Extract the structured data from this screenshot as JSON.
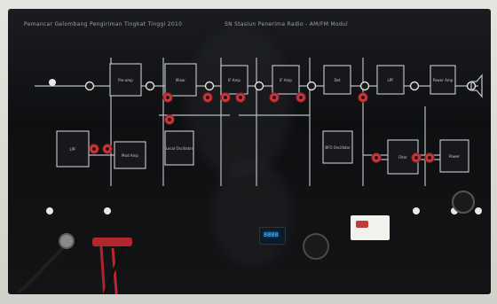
{
  "colors": {
    "panel": "#121315",
    "block_stroke": "#c9cbce",
    "line": "#b9bcc0",
    "jack_red": "#c8383c",
    "jack_ring": "#e0e0e0",
    "display_blue": "#4fb3ff",
    "wall": "#d9dbd6"
  },
  "panel": {
    "title_left": "Pemancar Gelombang Pengiriman Tingkat Tinggi 2010",
    "title_right": "SN Stasiun Penerima Radio - AM/FM Modul"
  },
  "blocks": [
    {
      "id": "b1",
      "label": "Pre-amp"
    },
    {
      "id": "b2",
      "label": "Mixer"
    },
    {
      "id": "b3",
      "label": "IF Amp"
    },
    {
      "id": "b4",
      "label": "IF Amp"
    },
    {
      "id": "b5",
      "label": "Det"
    },
    {
      "id": "b6",
      "label": "LPF"
    },
    {
      "id": "b7",
      "label": "Power Amp"
    },
    {
      "id": "b8",
      "label": "LPF"
    },
    {
      "id": "b9",
      "label": "Mod Amp"
    },
    {
      "id": "b10",
      "label": "Local Oscillator"
    },
    {
      "id": "b11",
      "label": "BFO Oscillator"
    },
    {
      "id": "b12",
      "label": "Filter"
    },
    {
      "id": "b13",
      "label": "Power"
    }
  ],
  "display": {
    "value": "8888"
  },
  "sticker": {
    "text": ""
  }
}
